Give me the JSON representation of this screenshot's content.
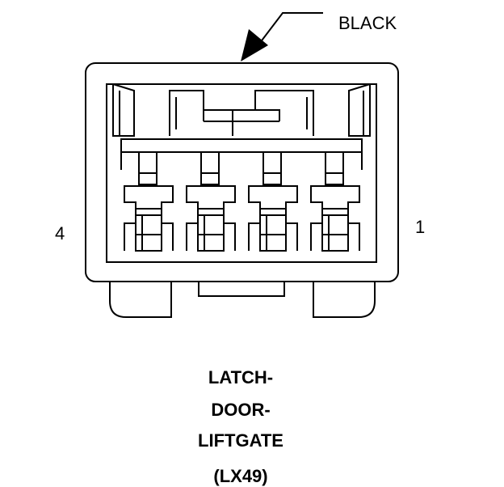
{
  "connector": {
    "color_label": "BLACK",
    "pin_left": "4",
    "pin_right": "1",
    "title_lines": [
      "LATCH-",
      "DOOR-",
      "LIFTGATE"
    ],
    "code": "(LX49)",
    "pin_count": 4
  }
}
